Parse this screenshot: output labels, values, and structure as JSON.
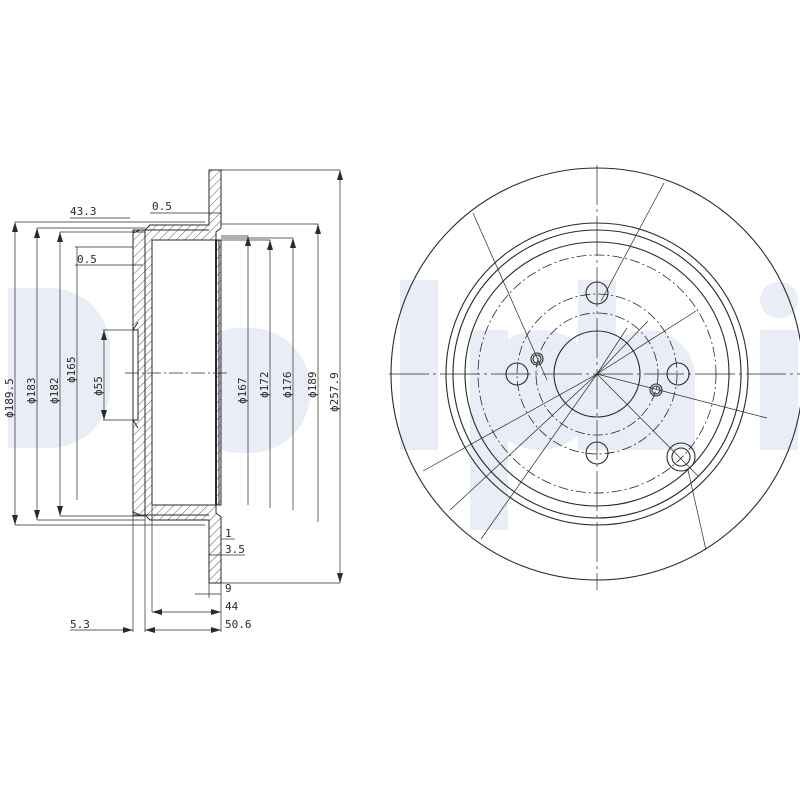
{
  "drawing": {
    "title": "Brake disc technical drawing",
    "watermark": "Delphi",
    "watermark_color": "#e9edf5",
    "line_color": "#2a2a2a"
  },
  "side_view": {
    "horizontal_dims": {
      "d43_3": "43.3",
      "d0_5_top": "0.5",
      "d0_5_inner": "0.5",
      "d1": "1",
      "d3_5": "3.5",
      "d9": "9",
      "d44": "44",
      "d50_6": "50.6",
      "d5_3": "5.3"
    },
    "diameters_left": [
      "ϕ189.5",
      "ϕ183",
      "ϕ182",
      "ϕ165",
      "ϕ55"
    ],
    "diameters_right": [
      "ϕ167",
      "ϕ172",
      "ϕ176",
      "ϕ189",
      "ϕ257.9"
    ]
  },
  "front_view": {
    "bolt_holes": 4,
    "locating_holes": 2,
    "outer_diameter": "ϕ257.9",
    "center_bore": "ϕ55"
  }
}
